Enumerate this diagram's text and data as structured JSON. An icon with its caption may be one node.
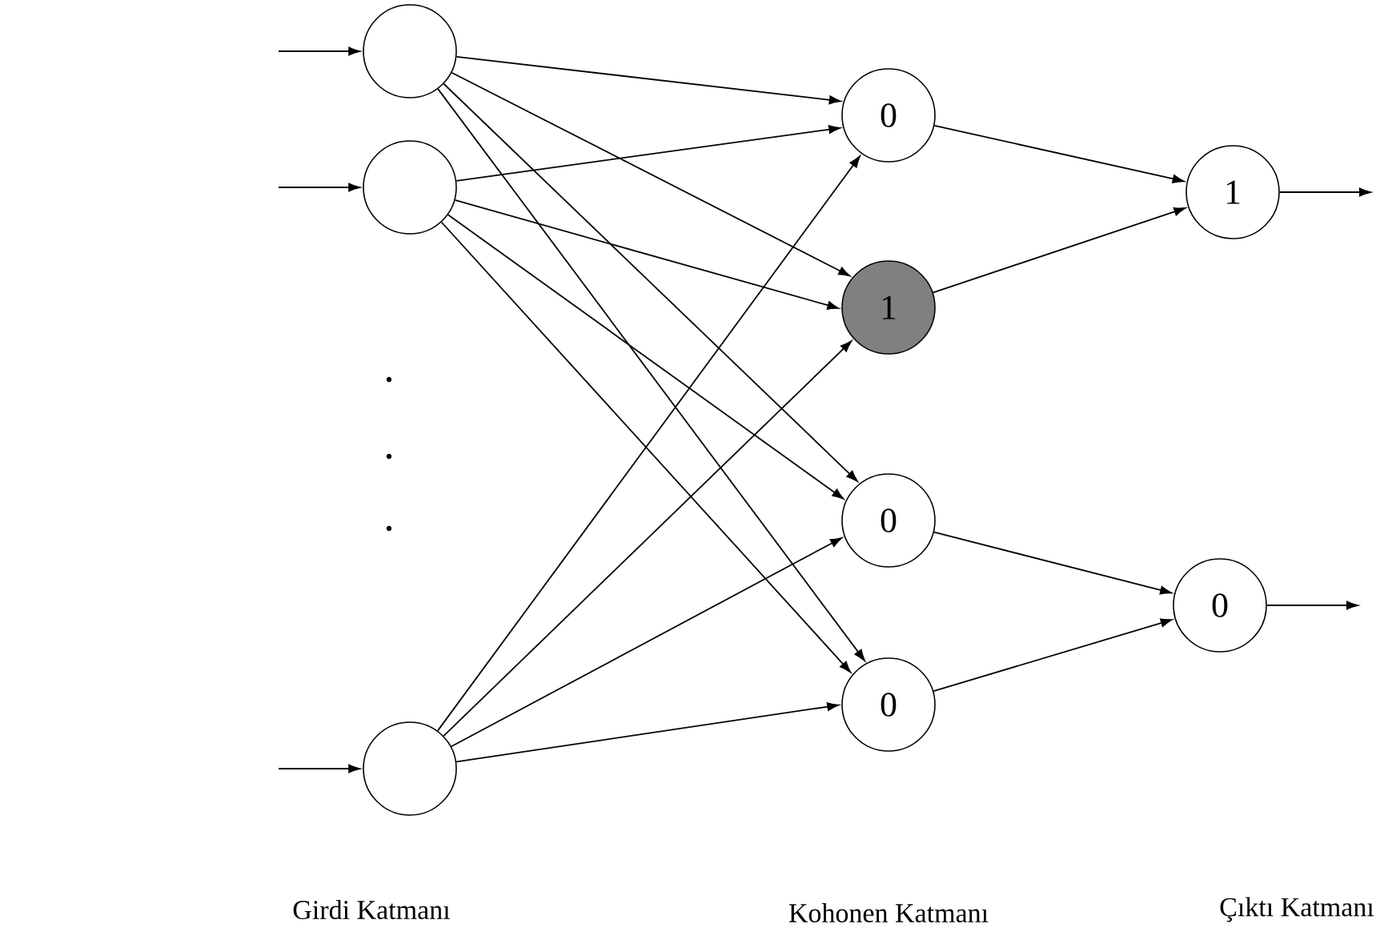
{
  "diagram": {
    "nodes": [
      {
        "text": [],
        "shape": "circle"
      },
      {
        "text": [],
        "shape": "circle"
      },
      {
        "text": [],
        "shape": "circle"
      },
      {
        "text": [
          "0"
        ]
      },
      {
        "text": [
          "1"
        ]
      },
      {
        "text": [
          "0"
        ]
      },
      {
        "text": [
          "0"
        ]
      },
      {
        "text": [
          "1"
        ]
      },
      {
        "text": [
          "0"
        ]
      }
    ],
    "edges": [
      {
        "from": null,
        "to": 0,
        "arrow": "to"
      },
      {
        "from": null,
        "to": 1,
        "arrow": "to"
      },
      {
        "from": null,
        "to": 2,
        "arrow": "to"
      },
      {
        "from": 0,
        "to": 3,
        "arrow": "to"
      },
      {
        "from": 0,
        "to": 4,
        "arrow": "to"
      },
      {
        "from": 0,
        "to": 5,
        "arrow": "to"
      },
      {
        "from": 0,
        "to": 6,
        "arrow": "to"
      },
      {
        "from": 1,
        "to": 3,
        "arrow": "to"
      },
      {
        "from": 1,
        "to": 4,
        "arrow": "to"
      },
      {
        "from": 1,
        "to": 5,
        "arrow": "to"
      },
      {
        "from": 1,
        "to": 6,
        "arrow": "to"
      },
      {
        "from": 2,
        "to": 3,
        "arrow": "to"
      },
      {
        "from": 2,
        "to": 4,
        "arrow": "to"
      },
      {
        "from": 2,
        "to": 5,
        "arrow": "to"
      },
      {
        "from": 2,
        "to": 6,
        "arrow": "to"
      },
      {
        "from": 3,
        "to": 7,
        "arrow": "to"
      },
      {
        "from": 4,
        "to": 7,
        "arrow": "to"
      },
      {
        "from": 5,
        "to": 8,
        "arrow": "to"
      },
      {
        "from": 6,
        "to": 8,
        "arrow": "to"
      },
      {
        "from": 7,
        "to": null,
        "arrow": "to"
      },
      {
        "from": 8,
        "to": null,
        "arrow": "to"
      }
    ],
    "labels": [
      "Girdi Katmanı",
      "Kohonen Katmanı",
      "Çıktı Katmanı"
    ]
  }
}
